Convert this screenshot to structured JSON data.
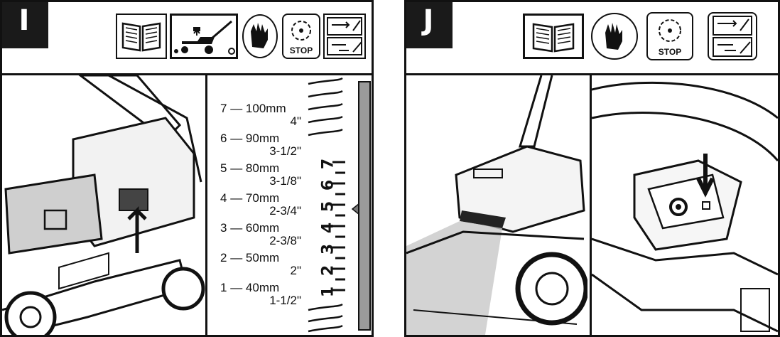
{
  "panels": [
    {
      "letter": "I",
      "header_icons": [
        "manual-book-icon",
        "mower-height-adjust-icon",
        "gloves-icon",
        "blade-stop-icon",
        "remove-key-icon"
      ],
      "stop_label": "STOP",
      "height_table": [
        {
          "position": "7",
          "mm": "100mm",
          "inch": "4\""
        },
        {
          "position": "6",
          "mm": "90mm",
          "inch": "3-1/2\""
        },
        {
          "position": "5",
          "mm": "80mm",
          "inch": "3-1/8\""
        },
        {
          "position": "4",
          "mm": "70mm",
          "inch": "2-3/4\""
        },
        {
          "position": "3",
          "mm": "60mm",
          "inch": "2-3/8\""
        },
        {
          "position": "2",
          "mm": "50mm",
          "inch": "2\""
        },
        {
          "position": "1",
          "mm": "40mm",
          "inch": "1-1/2\""
        }
      ],
      "scale_numbers": [
        "7",
        "6",
        "5",
        "4",
        "3",
        "2",
        "1"
      ]
    },
    {
      "letter": "J",
      "header_icons": [
        "manual-book-icon",
        "gloves-icon",
        "blade-stop-icon",
        "remove-key-icon"
      ],
      "stop_label": "STOP"
    }
  ]
}
